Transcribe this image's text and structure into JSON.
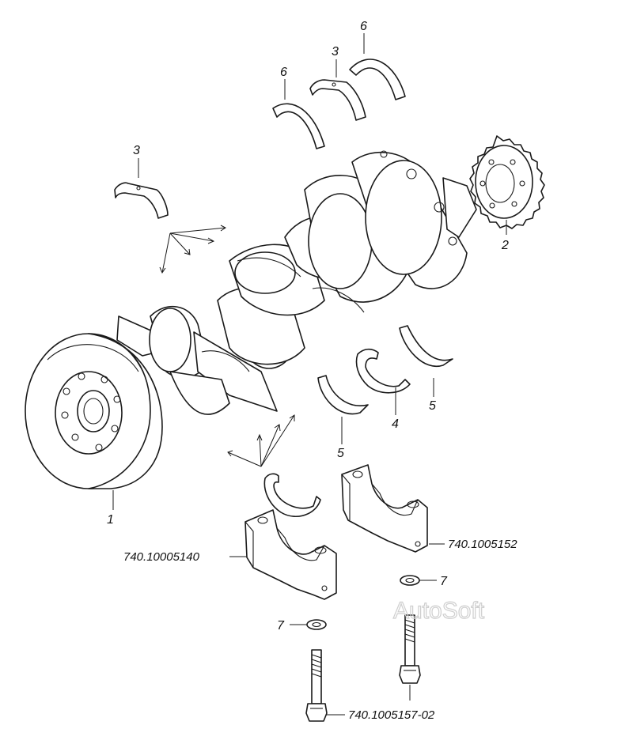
{
  "callouts": {
    "crankshaft": "1",
    "gear": "2",
    "upper_shell_left": "3",
    "upper_shell_right": "3",
    "lower_shell": "4",
    "thrust_left_top": "6",
    "thrust_right_top": "6",
    "thrust_lower_left": "5",
    "thrust_lower_right": "5",
    "washer_left": "7",
    "washer_right": "7"
  },
  "part_numbers": {
    "cap_left": "740.10005140",
    "cap_right": "740.1005152",
    "bolt": "740.1005157-02"
  },
  "watermark": "AutoSoft"
}
